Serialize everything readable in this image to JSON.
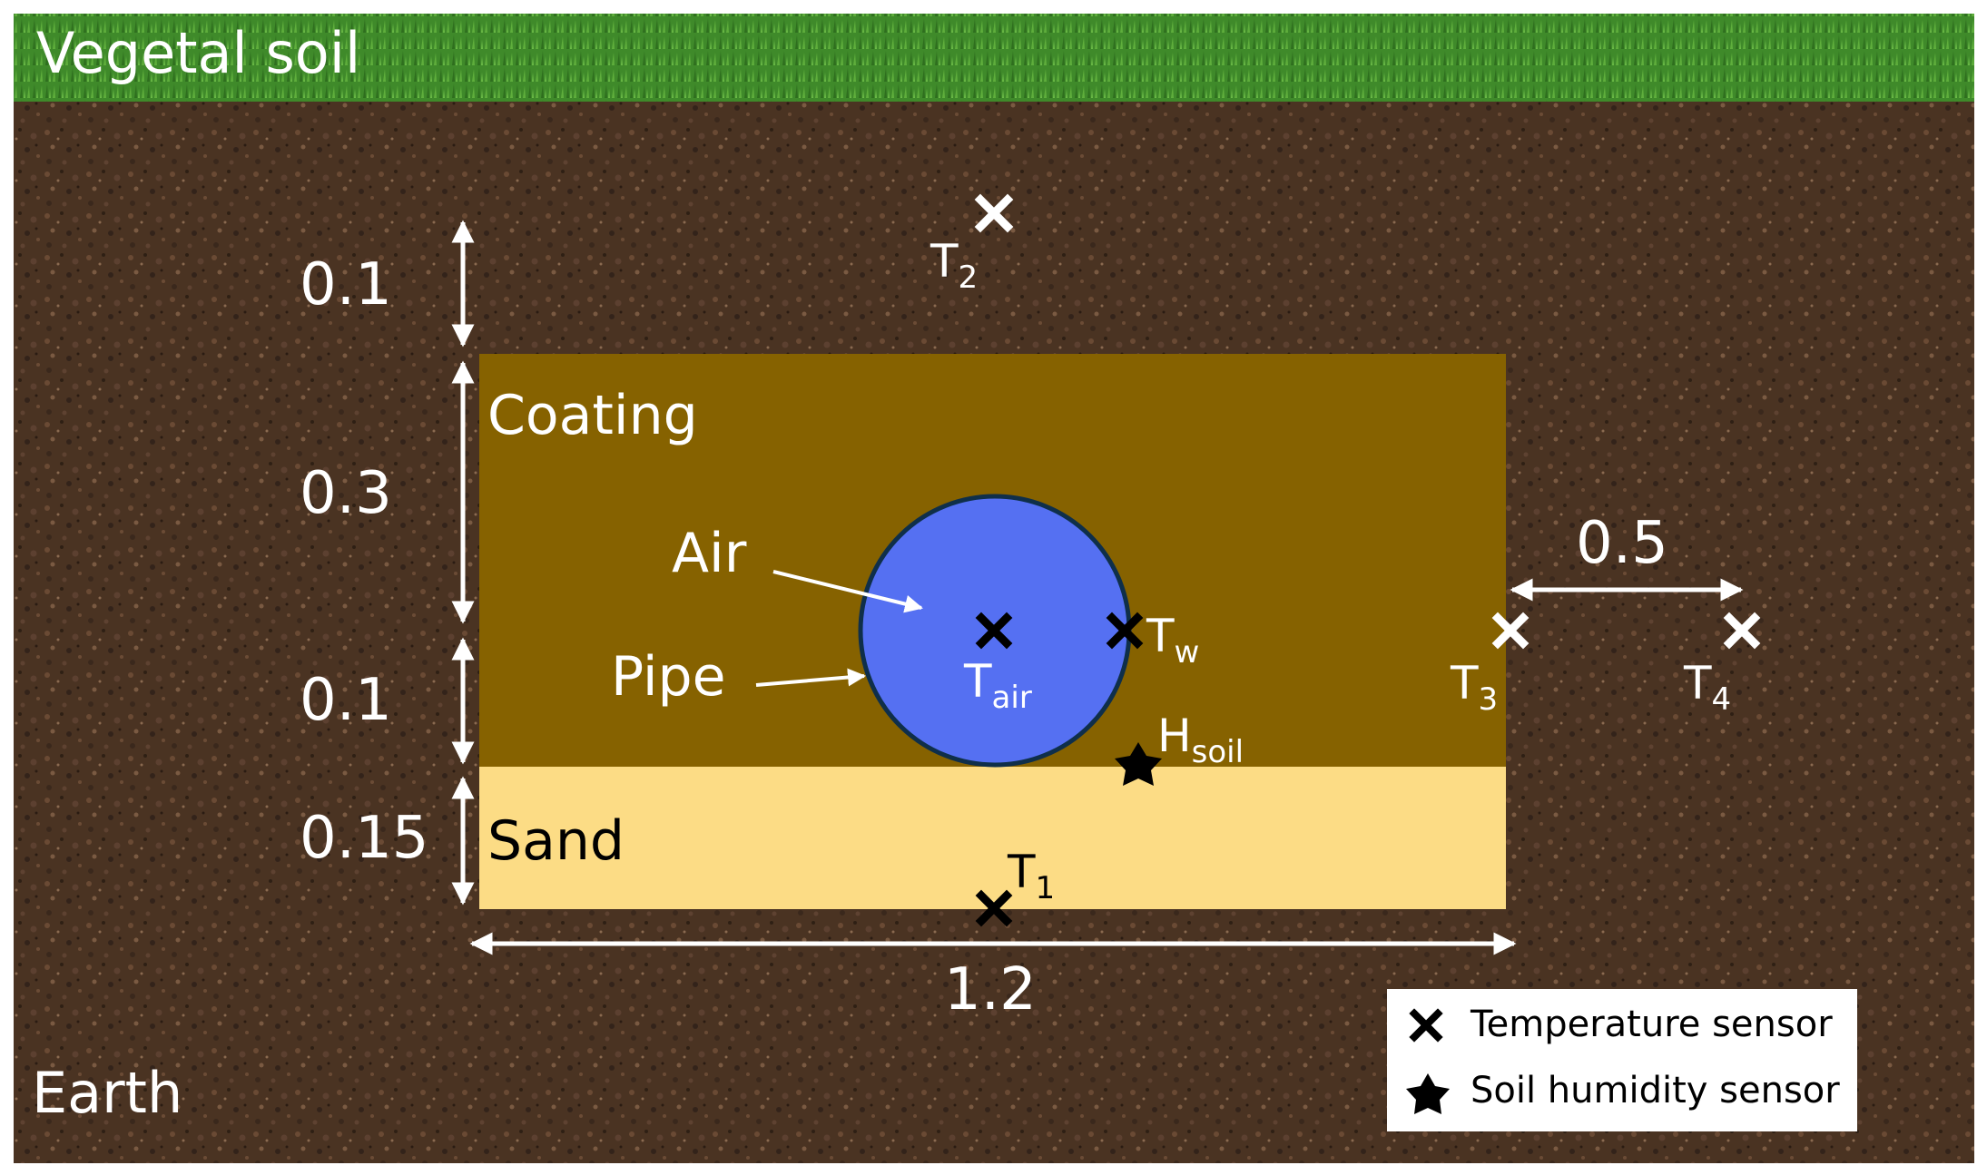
{
  "regions": {
    "vegetal_soil": "Vegetal soil",
    "earth": "Earth",
    "coating": "Coating",
    "sand": "Sand",
    "air": "Air",
    "pipe": "Pipe"
  },
  "dimensions": {
    "top_gap": "0.1",
    "coating_upper": "0.3",
    "coating_lower": "0.1",
    "sand_height": "0.15",
    "width": "1.2",
    "side_gap": "0.5"
  },
  "sensors": {
    "t1": {
      "main": "T",
      "sub": "1"
    },
    "t2": {
      "main": "T",
      "sub": "2"
    },
    "t3": {
      "main": "T",
      "sub": "3"
    },
    "t4": {
      "main": "T",
      "sub": "4"
    },
    "tw": {
      "main": "T",
      "sub": "w"
    },
    "tair": {
      "main": "T",
      "sub": "air"
    },
    "hsoil": {
      "main": "H",
      "sub": "soil"
    }
  },
  "legend": {
    "temperature": "Temperature sensor",
    "humidity": "Soil humidity sensor"
  },
  "colors": {
    "grass": "#3f8a2a",
    "earth": "#4a3322",
    "coating": "#866200",
    "sand": "#fcdc85",
    "air": "#5570f2",
    "pipe_outline": "#0f2f4a",
    "annotation": "#ffffff",
    "marker_dark": "#000000"
  }
}
